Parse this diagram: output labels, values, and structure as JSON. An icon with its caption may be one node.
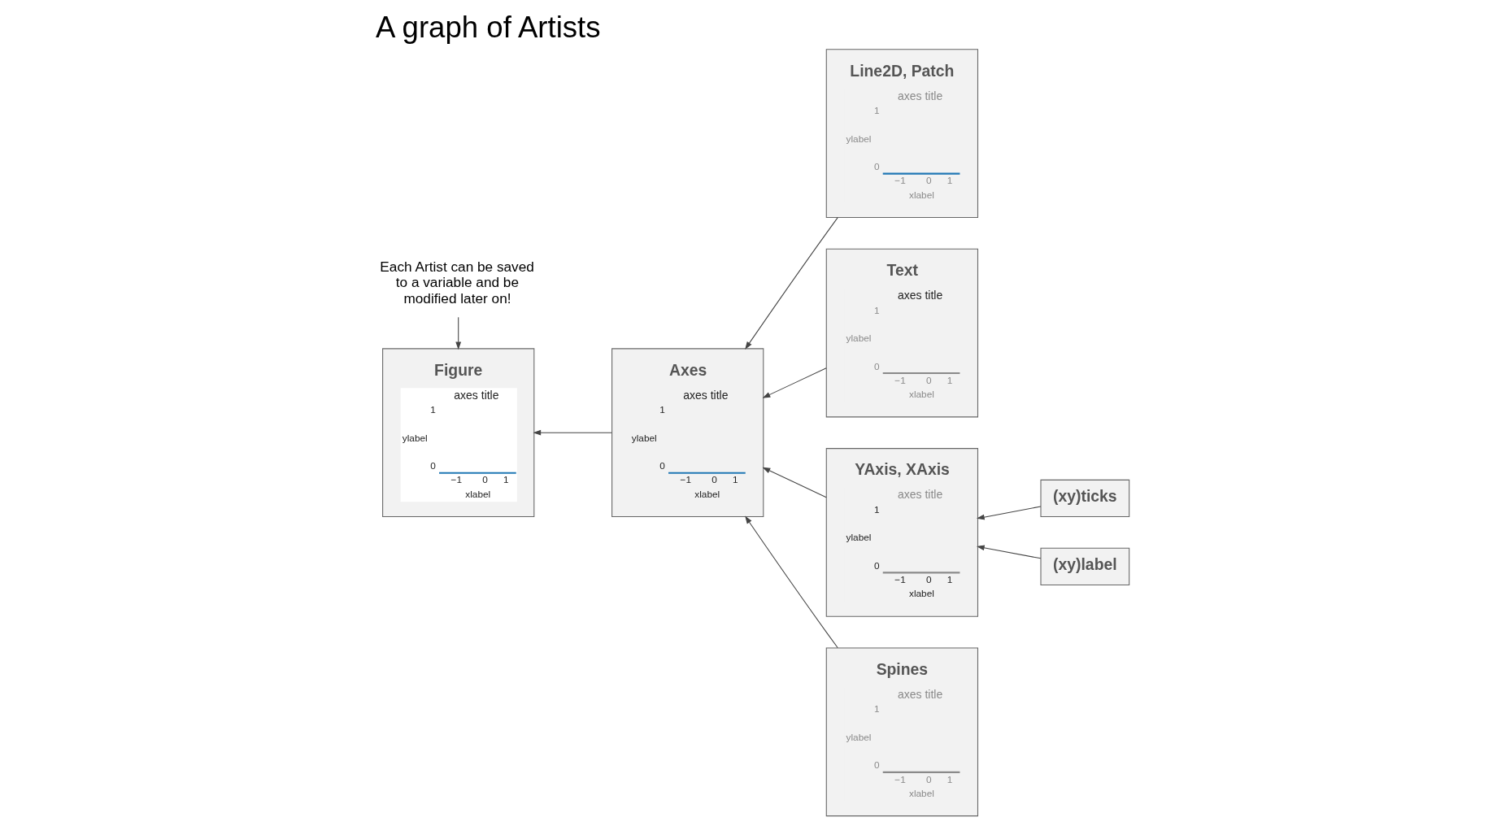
{
  "diagram": {
    "title": "A graph of Artists",
    "nodes": [
      {
        "text": [
          "Figure",
          "axes title",
          "1",
          "0",
          "ylabel",
          "−1",
          "0",
          "1",
          "xlabel"
        ]
      },
      {
        "text": [
          "Axes",
          "axes title",
          "1",
          "0",
          "ylabel",
          "−1",
          "0",
          "1",
          "xlabel"
        ]
      },
      {
        "text": [
          "Line2D, Patch",
          "axes title",
          "1",
          "0",
          "ylabel",
          "−1",
          "0",
          "1",
          "xlabel"
        ]
      },
      {
        "text": [
          "Text",
          "axes title",
          "1",
          "0",
          "ylabel",
          "−1",
          "0",
          "1",
          "xlabel"
        ]
      },
      {
        "text": [
          "YAxis, XAxis",
          "axes title",
          "1",
          "0",
          "ylabel",
          "−1",
          "0",
          "1",
          "xlabel"
        ]
      },
      {
        "text": [
          "Spines",
          "axes title",
          "1",
          "0",
          "ylabel",
          "−1",
          "0",
          "1",
          "xlabel"
        ]
      },
      {
        "text": [
          "(xy)ticks"
        ]
      },
      {
        "text": [
          "(xy)label"
        ]
      },
      {
        "text": [
          "Each Artist can be saved to a variable and be modified later on!"
        ]
      }
    ],
    "edges": [
      {
        "from": 1,
        "to": 0,
        "arrow": "to"
      },
      {
        "from": 2,
        "to": 1,
        "arrow": "to"
      },
      {
        "from": 3,
        "to": 1,
        "arrow": "to"
      },
      {
        "from": 4,
        "to": 1,
        "arrow": "to"
      },
      {
        "from": 5,
        "to": 1,
        "arrow": "to"
      },
      {
        "from": 6,
        "to": 4,
        "arrow": "to"
      },
      {
        "from": 7,
        "to": 4,
        "arrow": "to"
      },
      {
        "from": 8,
        "to": 0,
        "arrow": "to"
      }
    ]
  }
}
